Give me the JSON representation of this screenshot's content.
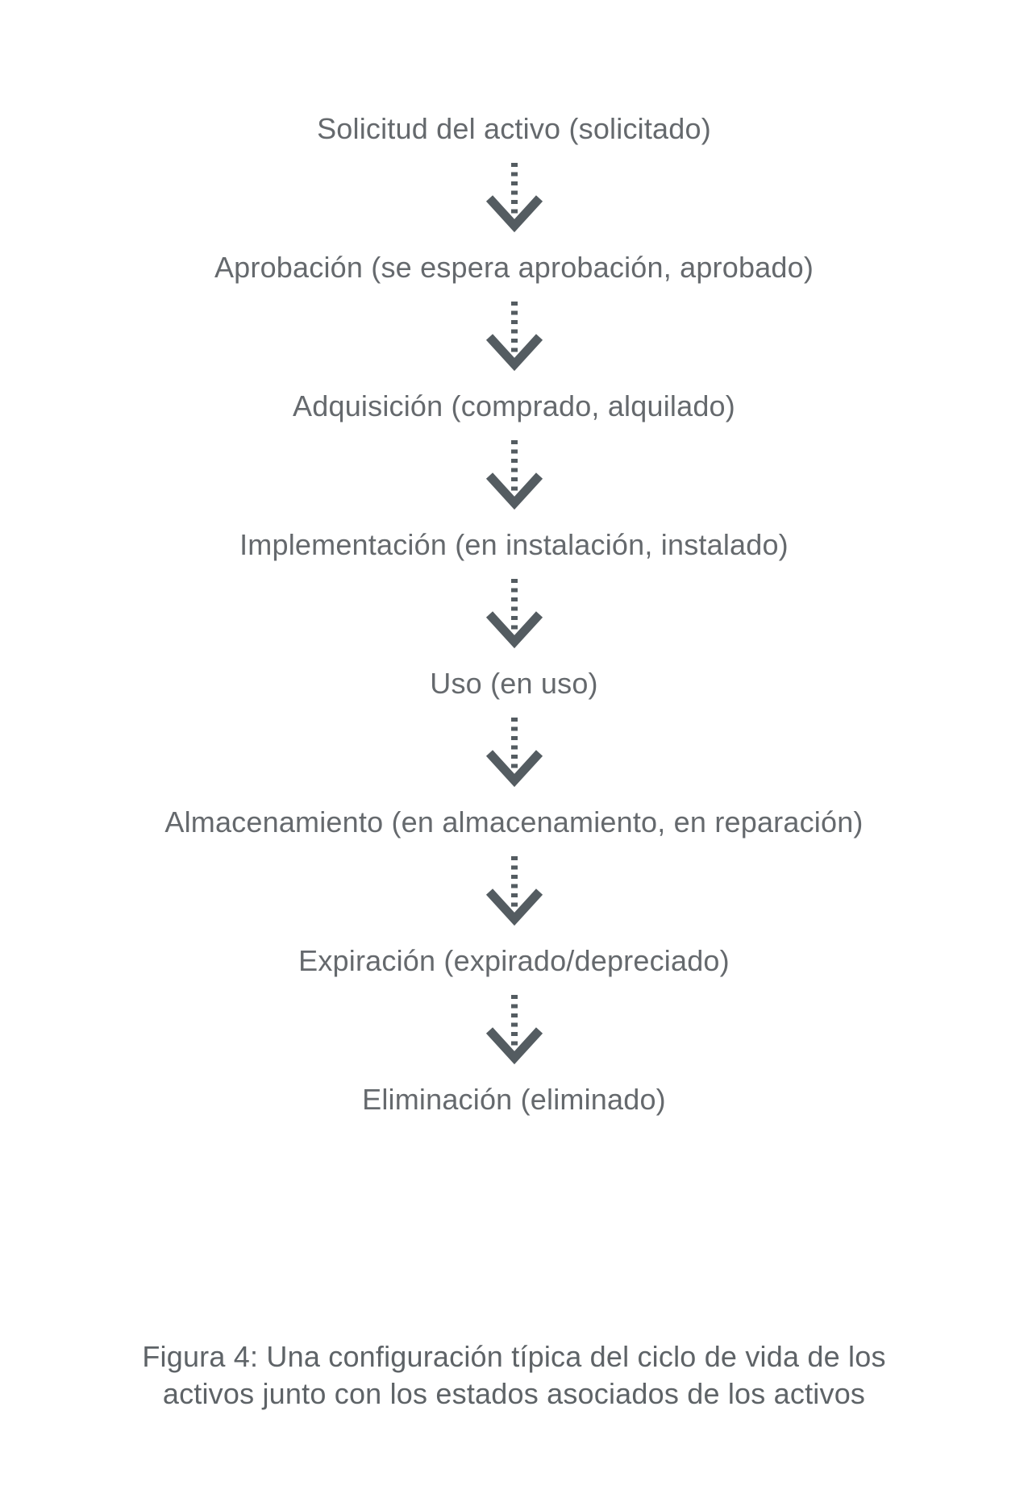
{
  "diagram": {
    "stages": [
      {
        "label": "Solicitud del activo (solicitado)"
      },
      {
        "label": "Aprobación (se espera aprobación, aprobado)"
      },
      {
        "label": "Adquisición (comprado, alquilado)"
      },
      {
        "label": "Implementación (en instalación, instalado)"
      },
      {
        "label": "Uso (en uso)"
      },
      {
        "label": "Almacenamiento (en almacenamiento, en reparación)"
      },
      {
        "label": "Expiración (expirado/depreciado)"
      },
      {
        "label": "Eliminación (eliminado)"
      }
    ],
    "caption_lines": [
      "Figura 4: Una configuración típica del ciclo de vida de los",
      "activos junto con los estados asociados de los activos"
    ],
    "colors": {
      "text": "#65696d",
      "caption_text": "#5e6367",
      "arrow": "#545c61",
      "background": "#ffffff"
    }
  }
}
